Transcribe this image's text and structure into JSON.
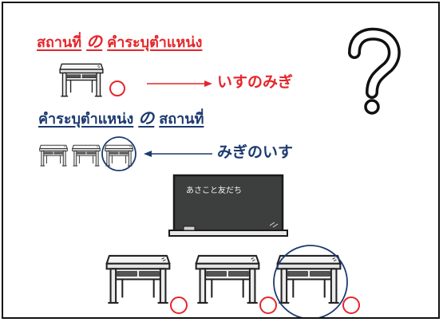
{
  "colors": {
    "red": "#e5262b",
    "navy": "#1c3a70",
    "board": "#3d3f3e",
    "chalk": "#f2f2f2",
    "ink": "#222222"
  },
  "section1": {
    "heading": {
      "part1": "สถานที่",
      "particle": "の",
      "part2": "คำระบุตำแหน่ง"
    },
    "caption": "いすのみぎ"
  },
  "section2": {
    "heading": {
      "part1": "คำระบุตำแหน่ง",
      "particle": "の",
      "part2": "สถานที่"
    },
    "caption": "みぎのいす"
  },
  "blackboard": {
    "text": "あさこと友だち"
  },
  "icons": {
    "question": "question-mark-icon",
    "desk": "school-desk-icon",
    "circle": "position-circle-icon",
    "arrow": "arrow-icon"
  }
}
